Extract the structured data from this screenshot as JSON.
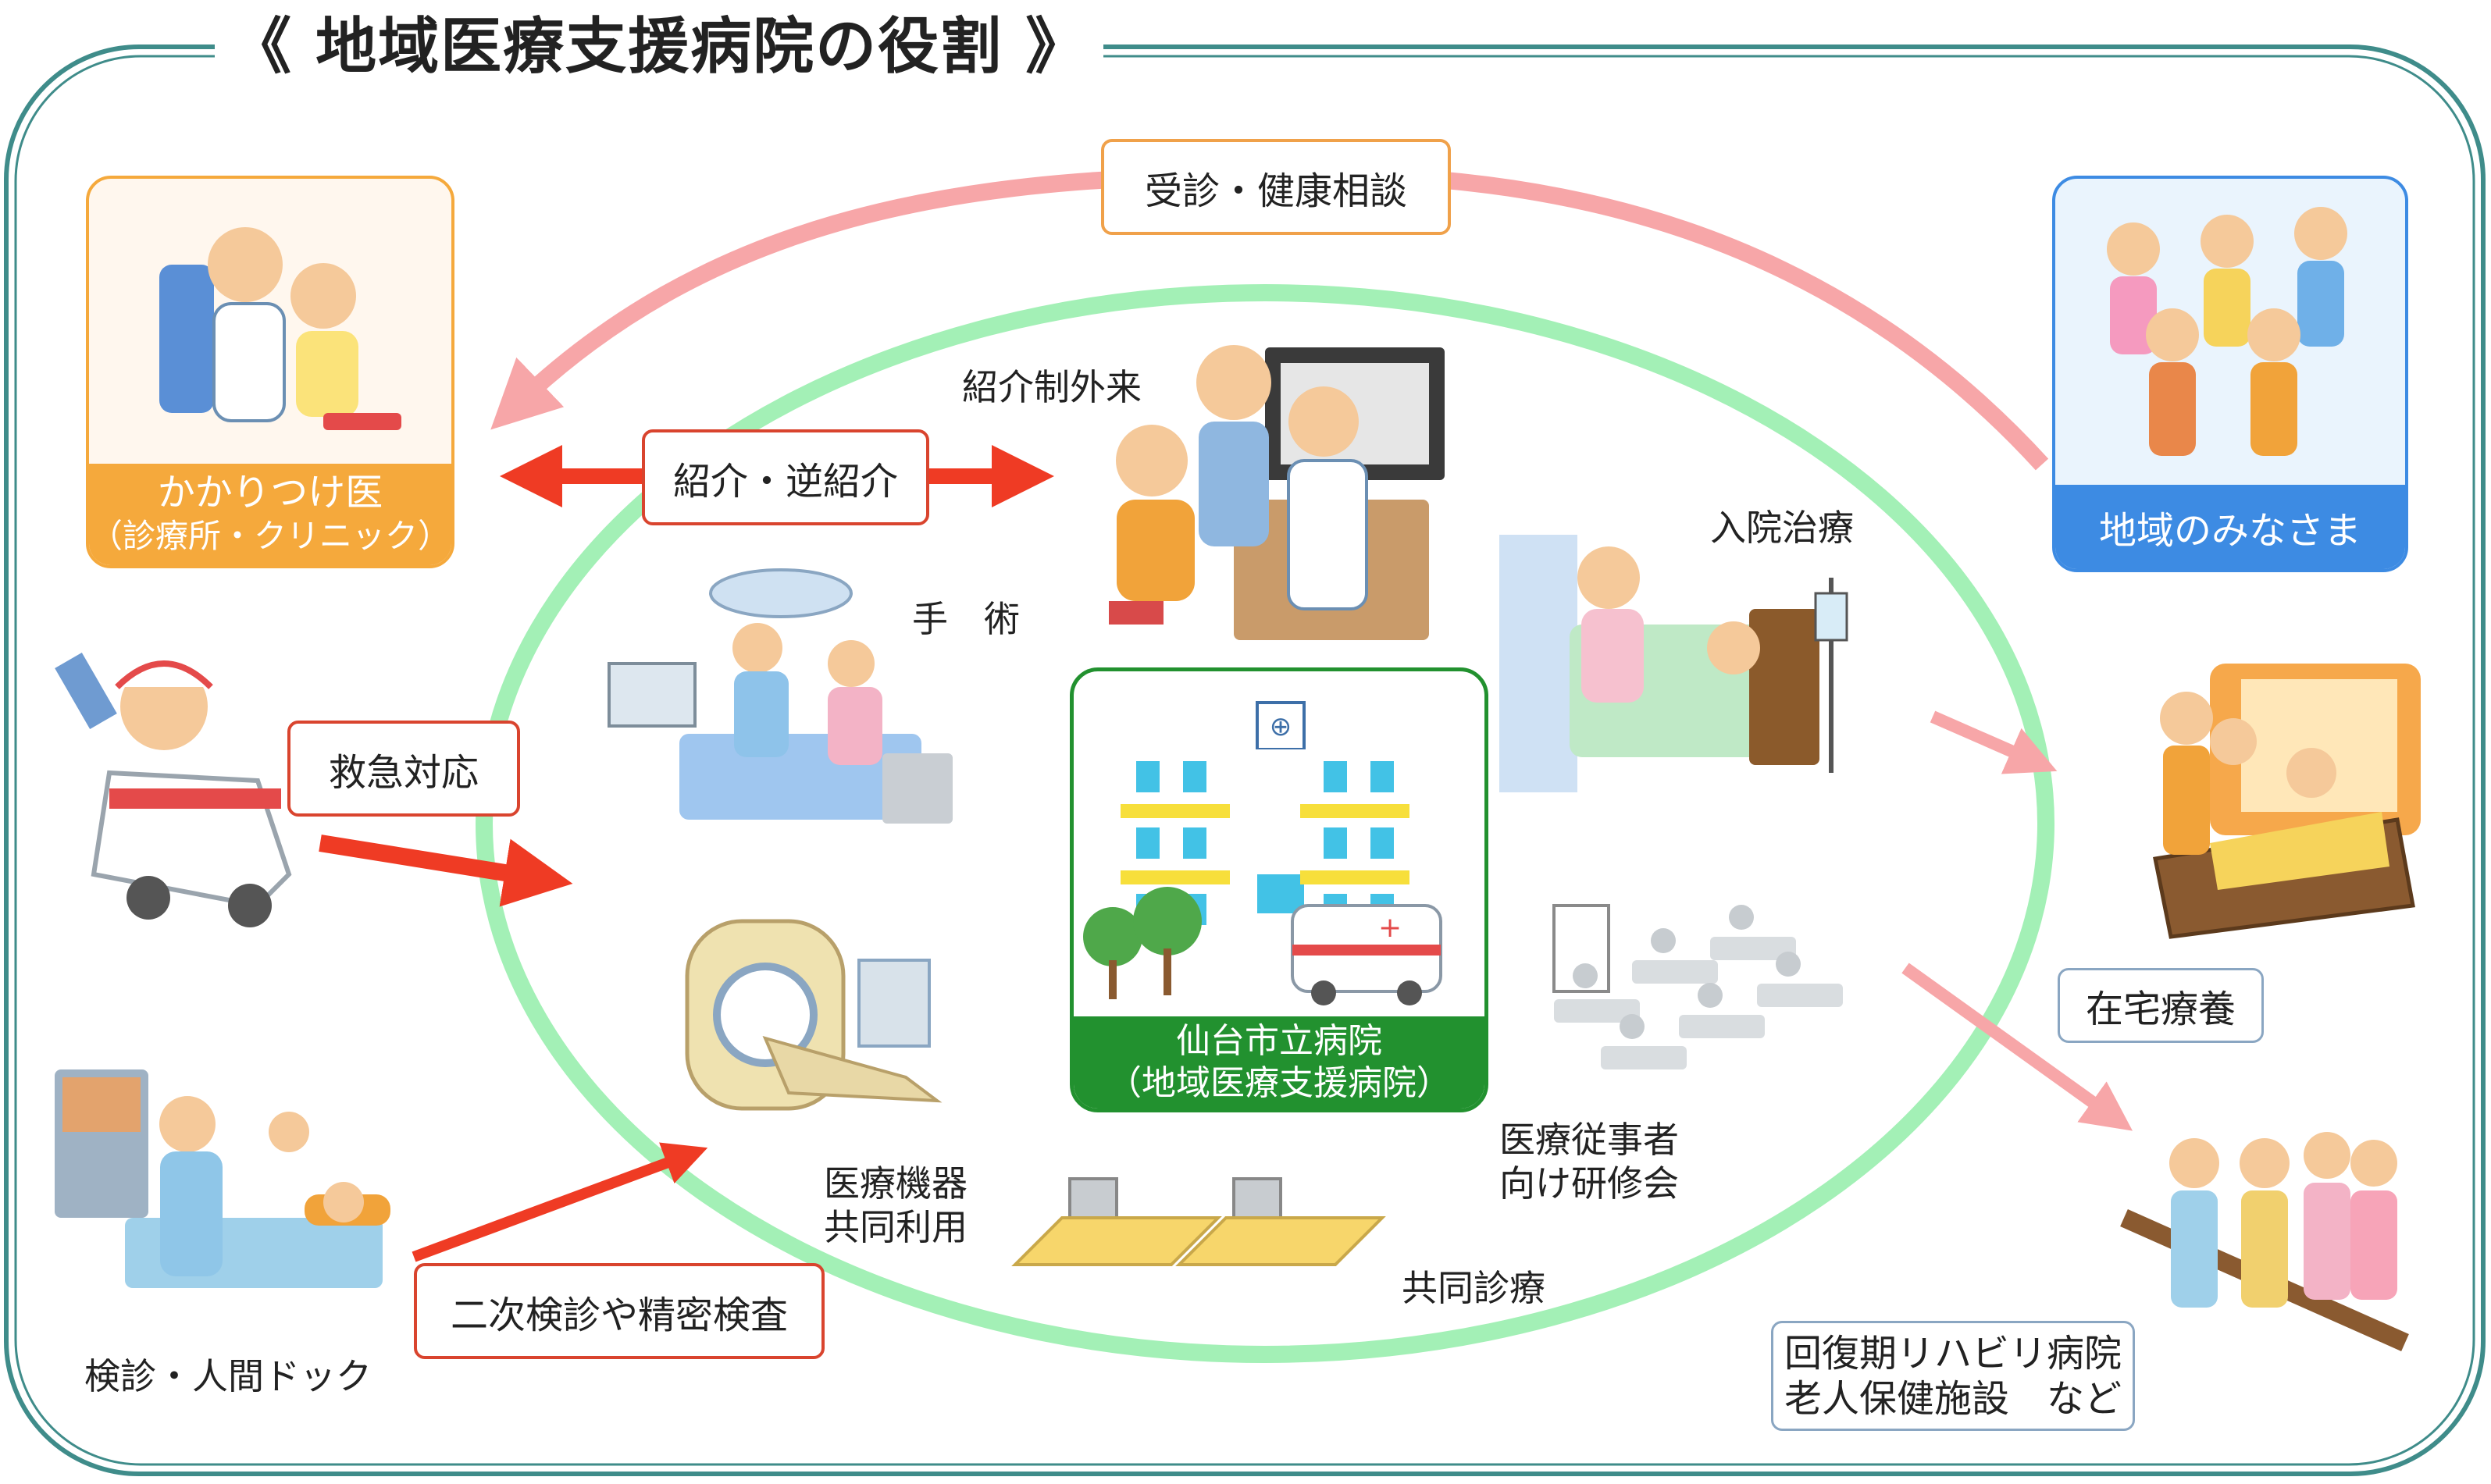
{
  "title": "《 地域医療支援病院の役割 》",
  "colors": {
    "frame": "#3f8c8a",
    "inner_ring": "#9ff0b2",
    "outer_arrow": "#f7a6a8",
    "red_arrow": "#ef3b24",
    "hospital_green": "#22912f",
    "clinic_orange": "#f5a93c",
    "community_blue": "#3d8be3"
  },
  "clinic": {
    "line1": "かかりつけ医",
    "line2": "（診療所・クリニック）"
  },
  "community": {
    "label": "地域のみなさま"
  },
  "hospital": {
    "line1": "仙台市立病院",
    "line2": "（地域医療支援病院）",
    "logo_icon": "hospital-emblem-icon"
  },
  "labels": {
    "consult": "受診・健康相談",
    "referral": "紹介・逆紹介",
    "emergency": "救急対応",
    "secondary_exam": "二次検診や精密検査",
    "home_care": "在宅療養",
    "rehab_line1": "回復期リハビリ病院",
    "rehab_line2": "老人保健施設　など"
  },
  "captions": {
    "outpatient": "紹介制外来",
    "surgery": "手　術",
    "inpatient": "入院治療",
    "equipment_line1": "医療機器",
    "equipment_line2": "共同利用",
    "training_line1": "医療従事者",
    "training_line2": "向け研修会",
    "joint_care": "共同診療",
    "checkup": "検診・人間ドック"
  }
}
